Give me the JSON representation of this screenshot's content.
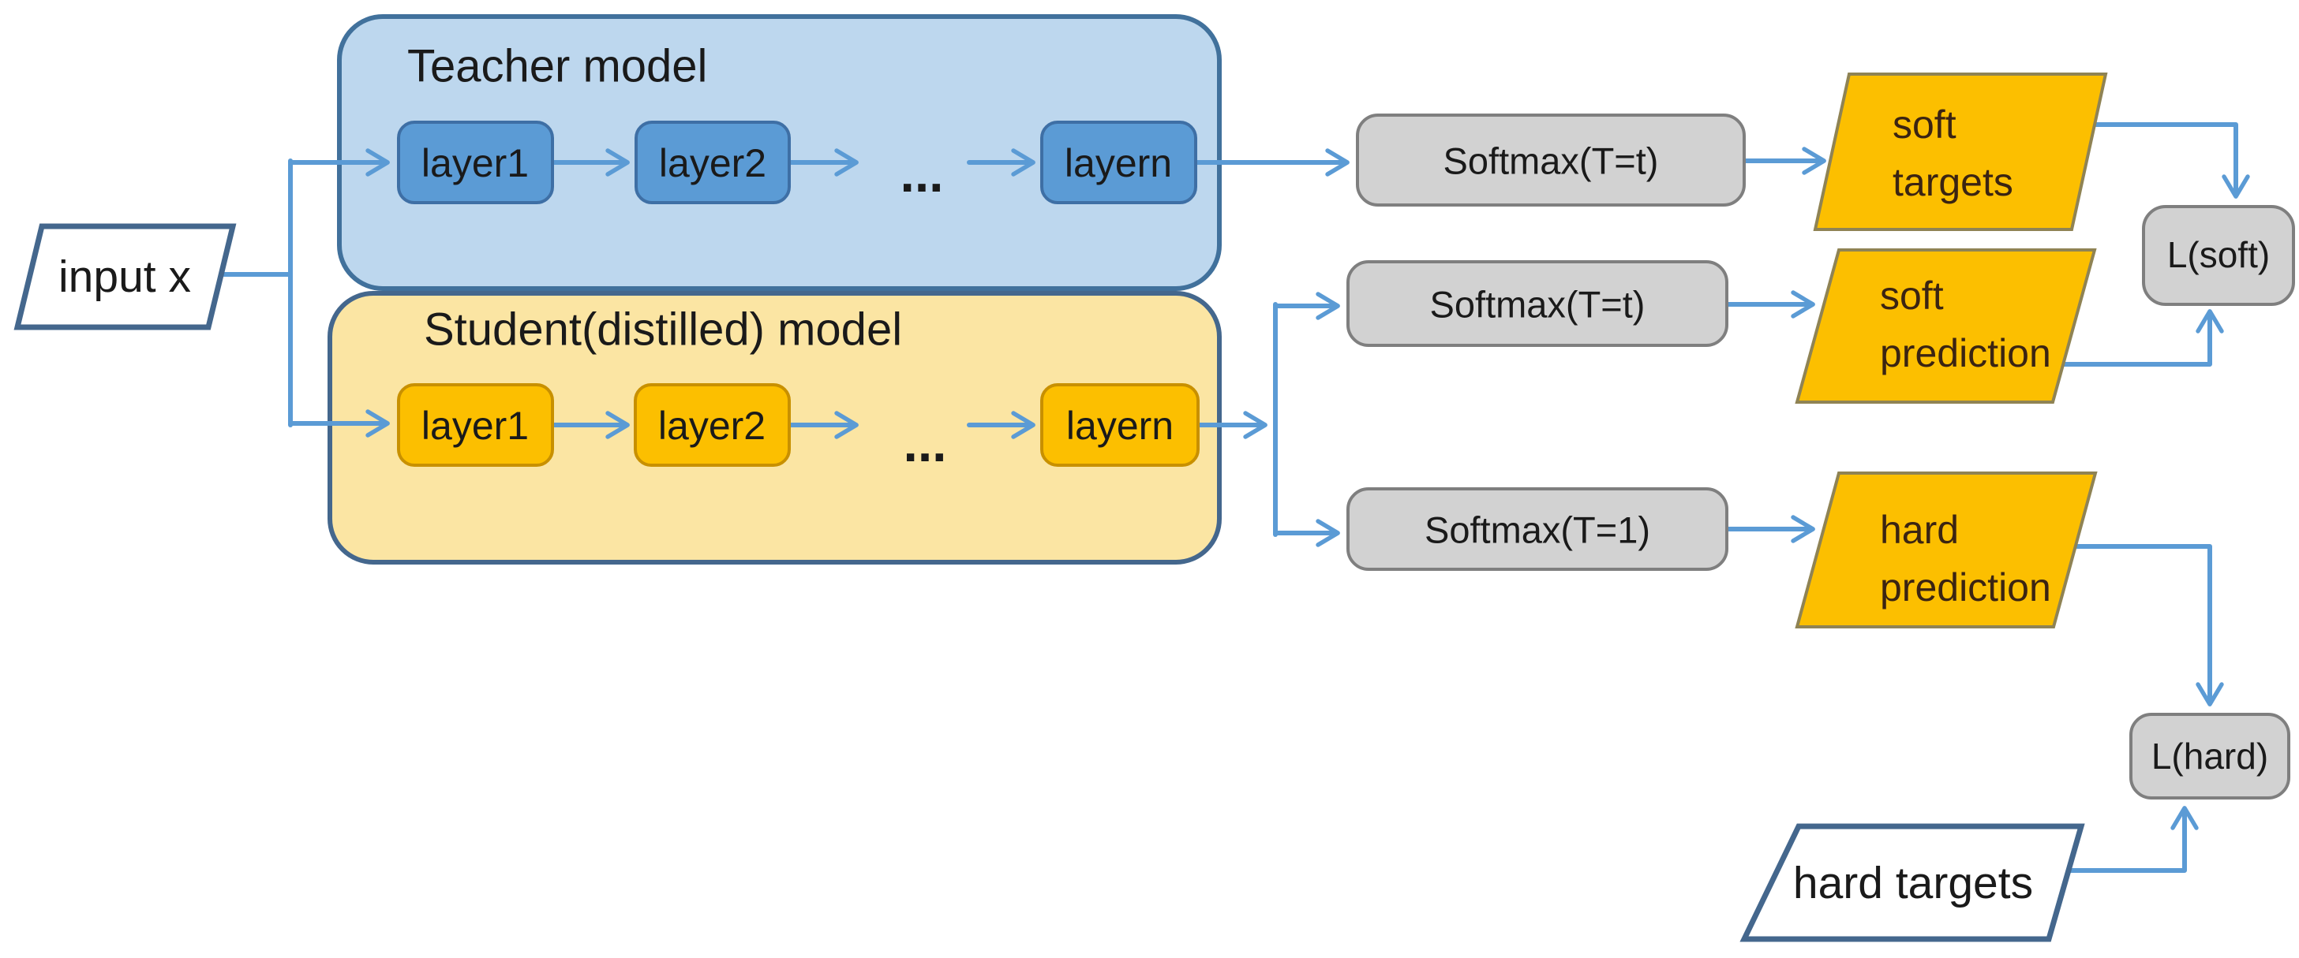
{
  "colors": {
    "arrow": "#5b9bd5",
    "text": "#1a1a1a",
    "data_text": "#3b2412",
    "teacher_fill": "#bdd7ee",
    "teacher_border": "#41719c",
    "teacher_layer_fill": "#5b9bd5",
    "teacher_layer_border": "#3e6fa5",
    "student_fill": "#fbe5a3",
    "student_border": "#44678d",
    "student_layer_fill": "#fcbf00",
    "student_layer_border": "#c89000",
    "process_fill": "#d2d2d2",
    "process_border": "#7f7f7f",
    "data_fill": "#fcbf00",
    "data_border": "#8f8354",
    "io_fill": "#ffffff",
    "io_border": "#44678d"
  },
  "diagram": {
    "input": {
      "label": "input x"
    },
    "teacher": {
      "title": "Teacher model",
      "layer1": "layer1",
      "layer2": "layer2",
      "ellipsis": "...",
      "layern": "layern",
      "softmax": "Softmax(T=t)"
    },
    "student": {
      "title": "Student(distilled) model",
      "layer1": "layer1",
      "layer2": "layer2",
      "ellipsis": "...",
      "layern": "layern",
      "softmax_soft": "Softmax(T=t)",
      "softmax_hard": "Softmax(T=1)"
    },
    "outputs": {
      "soft_targets": {
        "line1": "soft",
        "line2": "targets"
      },
      "soft_prediction": {
        "line1": "soft",
        "line2": "prediction"
      },
      "hard_prediction": {
        "line1": "hard",
        "line2": "prediction"
      },
      "hard_targets": {
        "label": "hard targets"
      }
    },
    "losses": {
      "soft": "L(soft)",
      "hard": "L(hard)"
    }
  }
}
